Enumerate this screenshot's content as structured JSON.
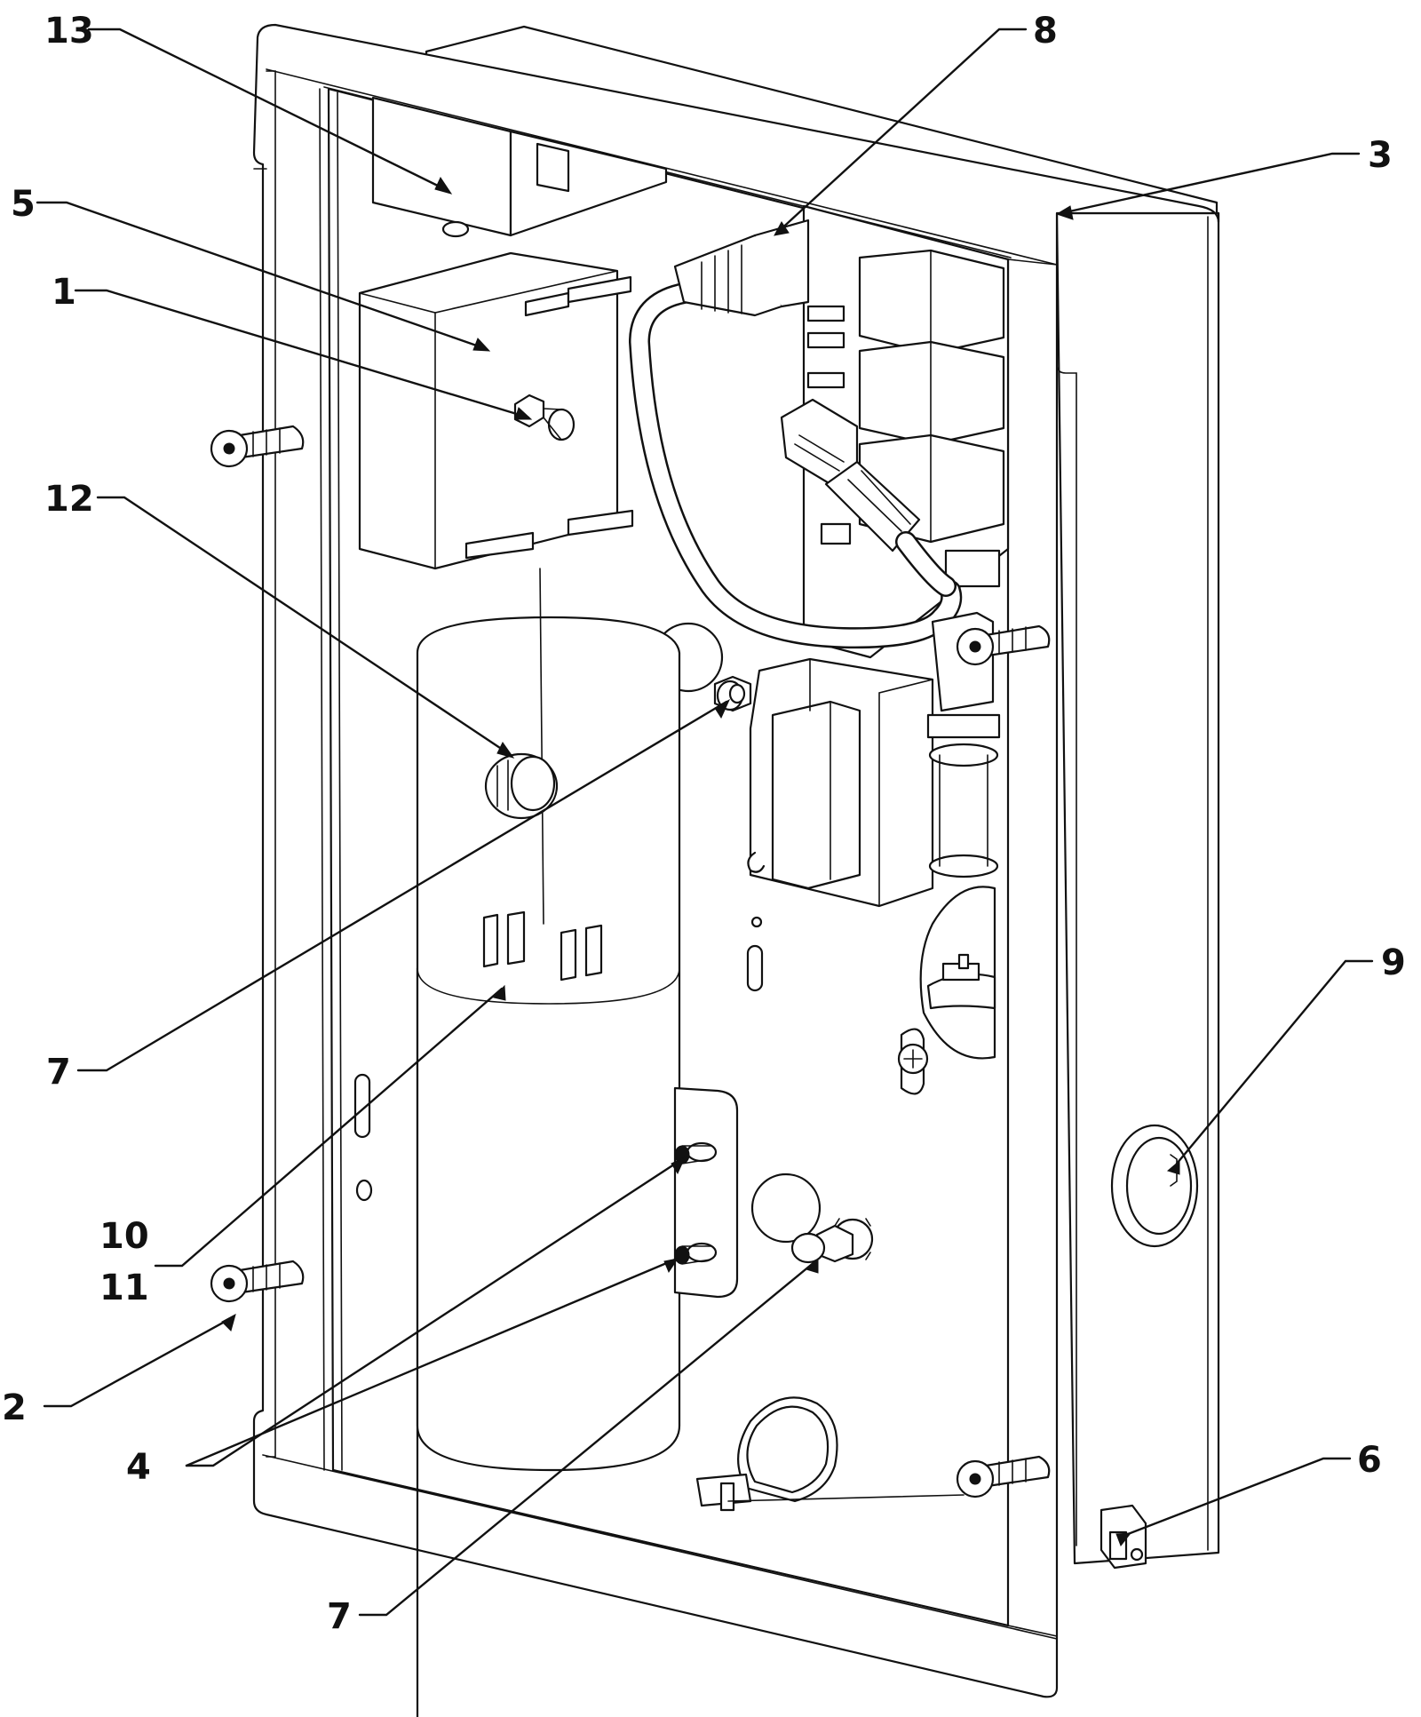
{
  "labels": [
    {
      "id": "13",
      "text": "13"
    },
    {
      "id": "8",
      "text": "8"
    },
    {
      "id": "3",
      "text": "3"
    },
    {
      "id": "5",
      "text": "5"
    },
    {
      "id": "1",
      "text": "1"
    },
    {
      "id": "12",
      "text": "12"
    },
    {
      "id": "9",
      "text": "9"
    },
    {
      "id": "7a",
      "text": "7"
    },
    {
      "id": "10",
      "text": "10"
    },
    {
      "id": "11",
      "text": "11"
    },
    {
      "id": "2",
      "text": "2"
    },
    {
      "id": "4",
      "text": "4"
    },
    {
      "id": "6",
      "text": "6"
    },
    {
      "id": "7b",
      "text": "7"
    }
  ],
  "colors": {
    "line": "#111111",
    "background": "#ffffff"
  }
}
